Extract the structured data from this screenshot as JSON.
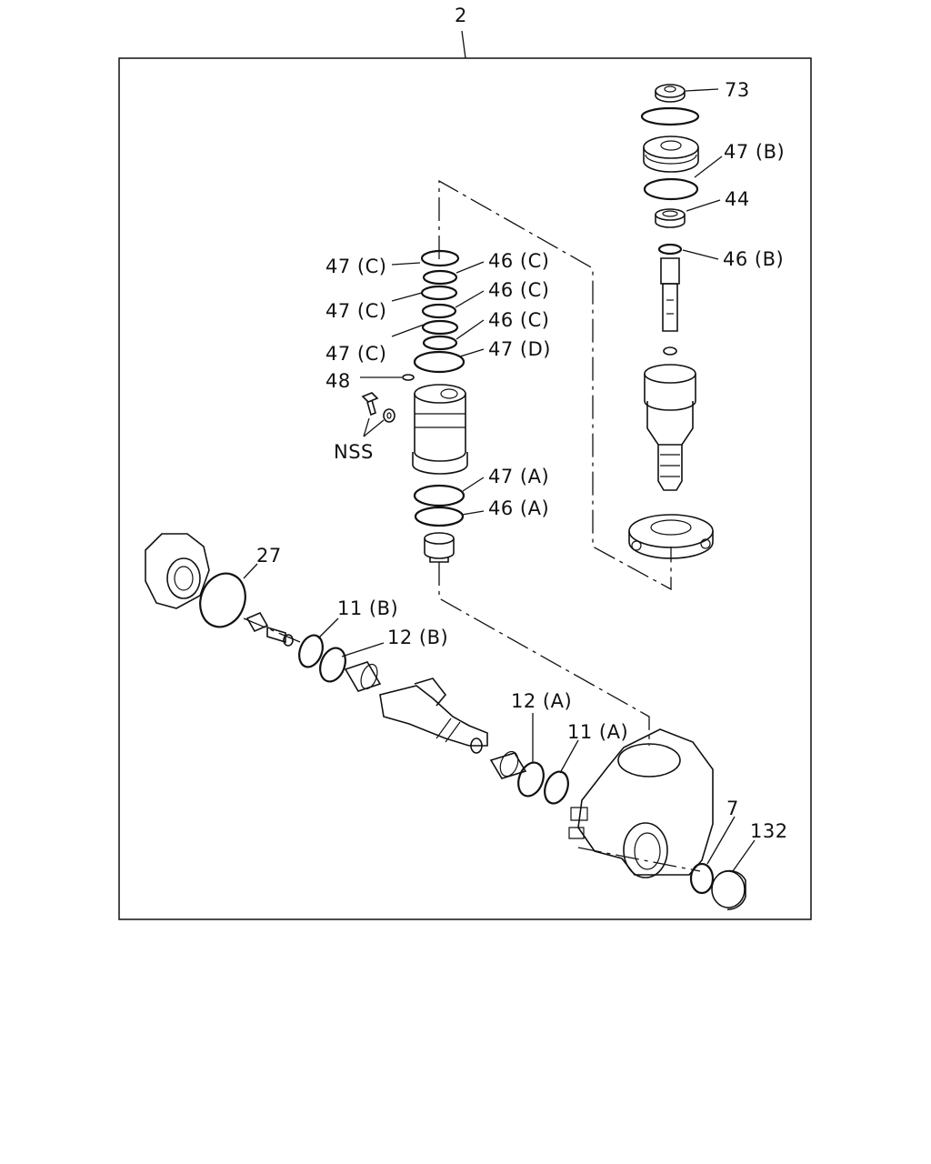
{
  "diagram": {
    "assembly_number": "2",
    "callouts": {
      "c73": "73",
      "c47b": "47 (B)",
      "c44": "44",
      "c46b": "46 (B)",
      "c47c_1": "47 (C)",
      "c47c_2": "47 (C)",
      "c47c_3": "47 (C)",
      "c46c_1": "46 (C)",
      "c46c_2": "46 (C)",
      "c46c_3": "46 (C)",
      "c47d": "47 (D)",
      "c48": "48",
      "nss": "NSS",
      "c47a": "47 (A)",
      "c46a": "46 (A)",
      "c27": "27",
      "c11b": "11 (B)",
      "c12b": "12 (B)",
      "c12a": "12 (A)",
      "c11a": "11 (A)",
      "c7": "7",
      "c132": "132"
    }
  }
}
